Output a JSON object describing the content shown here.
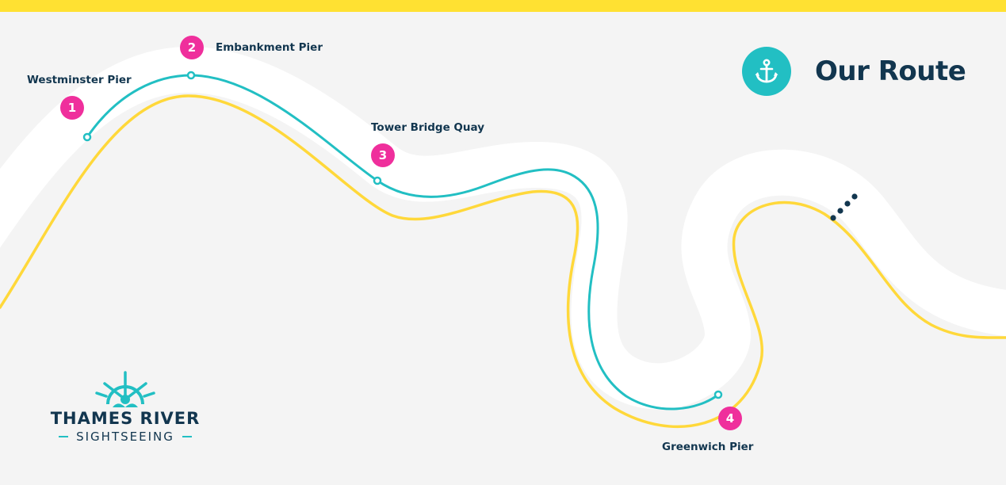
{
  "colors": {
    "background": "#f4f4f4",
    "top_bar": "#ffe132",
    "river": "#ffffff",
    "route_line": "#22bfc3",
    "bank_line": "#ffd83a",
    "stop_badge": "#ef2f9c",
    "text_dark": "#12364f"
  },
  "header": {
    "title": "Our Route",
    "icon": "anchor-icon"
  },
  "stops": [
    {
      "number": "1",
      "name": "Westminster Pier"
    },
    {
      "number": "2",
      "name": "Embankment Pier"
    },
    {
      "number": "3",
      "name": "Tower Bridge Quay"
    },
    {
      "number": "4",
      "name": "Greenwich Pier"
    }
  ],
  "continuation_icon": "ellipsis-dots-icon",
  "logo": {
    "icon": "ship-wheel-icon",
    "name": "THAMES RIVER",
    "subtitle": "SIGHTSEEING"
  }
}
